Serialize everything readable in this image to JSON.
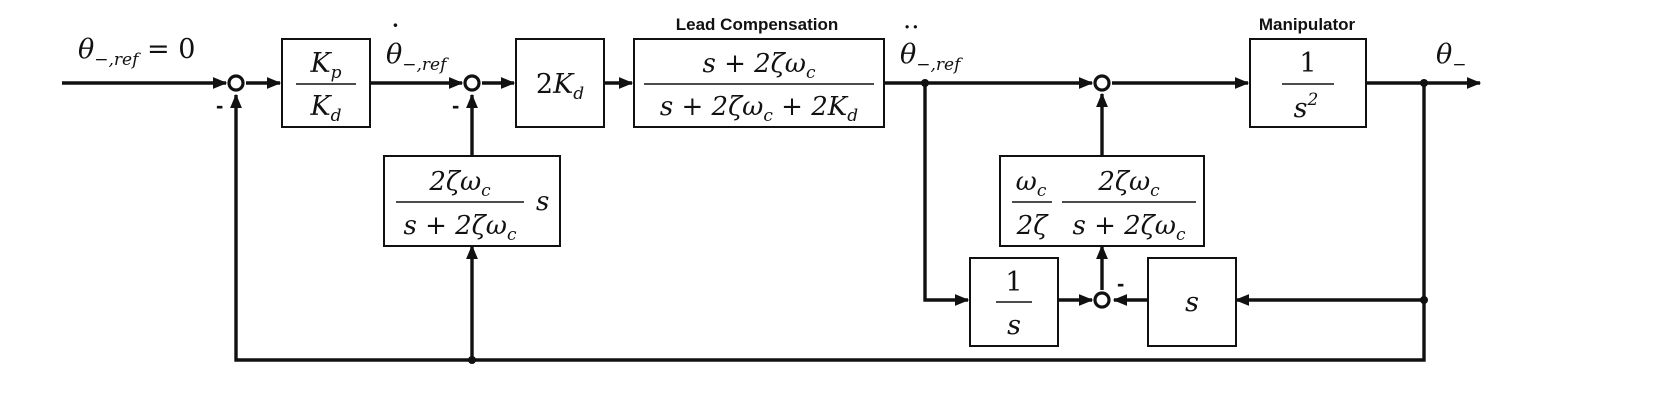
{
  "headers": {
    "lead_compensation": "Lead Compensation",
    "manipulator": "Manipulator"
  },
  "signals": {
    "theta_ref": {
      "sym": "θ",
      "sub": "−,ref",
      "rest": " = 0"
    },
    "theta_dot_ref": {
      "accent": "·",
      "sym": "θ",
      "sub": "−,ref"
    },
    "theta_ddot_ref": {
      "accent": "··",
      "sym": "θ",
      "sub": "−,ref"
    },
    "theta_out": {
      "sym": "θ",
      "sub": "−"
    }
  },
  "blocks": {
    "kp_over_kd": {
      "num_main": "K",
      "num_sub": "p",
      "den_main": "K",
      "den_sub": "d"
    },
    "two_kd": {
      "coef": "2",
      "main": "K",
      "sub": "d"
    },
    "lead": {
      "num": {
        "a": "s + 2ζω",
        "a_sub": "c"
      },
      "den": {
        "a": "s + 2ζω",
        "a_sub": "c",
        "b": " + 2K",
        "b_sub": "d"
      }
    },
    "derivative_filter": {
      "num": "2ζω",
      "num_sub": "c",
      "den": "s + 2ζω",
      "den_sub": "c",
      "tail": "s"
    },
    "omega_block": {
      "f1_num": "ω",
      "f1_num_sub": "c",
      "f1_den": "2ζ",
      "f2_num": "2ζω",
      "f2_num_sub": "c",
      "f2_den": "s + 2ζω",
      "f2_den_sub": "c"
    },
    "integrator": {
      "num": "1",
      "den": "s"
    },
    "differentiator": {
      "label": "s"
    },
    "plant": {
      "num": "1",
      "den": "s",
      "den_sup": "2"
    }
  },
  "signs": {
    "sum1": "-",
    "sum2": "-",
    "sum4": "-"
  }
}
